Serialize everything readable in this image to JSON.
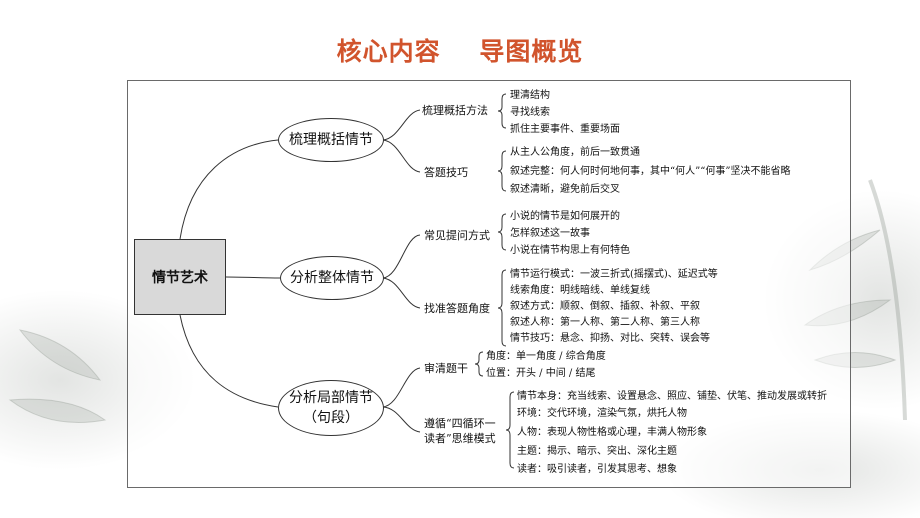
{
  "header": {
    "title": "核心内容    导图概览",
    "title_color": "#d1542d"
  },
  "diagram": {
    "root": "情节艺术",
    "branches": [
      {
        "label": "梳理概括情节",
        "children": [
          {
            "label": "梳理概括方法",
            "items": [
              "理清结构",
              "寻找线索",
              "抓住主要事件、重要场面"
            ]
          },
          {
            "label": "答题技巧",
            "items": [
              "从主人公角度，前后一致贯通",
              "叙述完整：何人何时何地何事，其中“何人”“何事”坚决不能省略",
              "叙述清晰，避免前后交叉"
            ]
          }
        ]
      },
      {
        "label": "分析整体情节",
        "children": [
          {
            "label": "常见提问方式",
            "items": [
              "小说的情节是如何展开的",
              "怎样叙述这一故事",
              "小说在情节构思上有何特色"
            ]
          },
          {
            "label": "找准答题角度",
            "items": [
              "情节运行模式：一波三折式(摇摆式)、延迟式等",
              "线索角度：明线暗线、单线复线",
              "叙述方式：顺叙、倒叙、插叙、补叙、平叙",
              "叙述人称：第一人称、第二人称、第三人称",
              "情节技巧：悬念、抑扬、对比、突转、误会等"
            ]
          }
        ]
      },
      {
        "label_lines": [
          "分析局部情节",
          "（句段）"
        ],
        "children": [
          {
            "label": "审清题干",
            "items": [
              "角度：单一角度 / 综合角度",
              "位置：开头 / 中间 / 结尾"
            ]
          },
          {
            "label_lines": [
              "遵循“四循环一",
              "读者”思维模式"
            ],
            "items": [
              "情节本身：充当线索、设置悬念、照应、铺垫、伏笔、推动发展或转折",
              "环境：交代环境，渲染气氛，烘托人物",
              "人物：表现人物性格或心理，丰满人物形象",
              "主题：揭示、暗示、突出、深化主题",
              "读者：吸引读者，引发其思考、想象"
            ]
          }
        ]
      }
    ]
  }
}
